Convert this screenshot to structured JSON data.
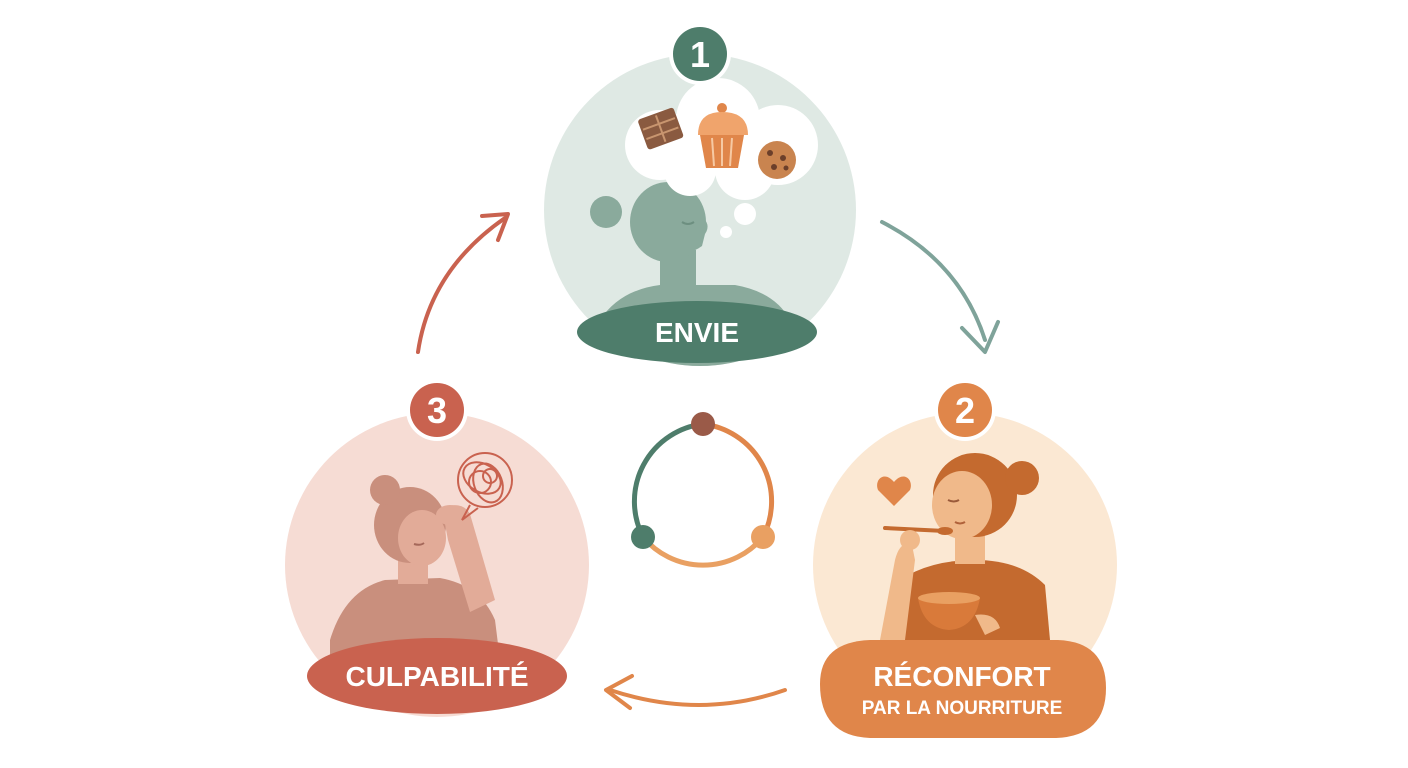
{
  "diagram": {
    "colors": {
      "teal": "#4e7d6b",
      "teal_light": "#dfe9e4",
      "orange": "#e0864a",
      "orange_light": "#fbe8d3",
      "red": "#c9624f",
      "red_light": "#f6dcd4",
      "dark_dot": "#9a5a48"
    },
    "stages": [
      {
        "number": "1",
        "label": "ENVIE",
        "sublabel": "",
        "icon": "person-craving-sweets-icon"
      },
      {
        "number": "2",
        "label": "RÉCONFORT",
        "sublabel": "PAR LA NOURRITURE",
        "icon": "person-eating-icon"
      },
      {
        "number": "3",
        "label": "CULPABILITÉ",
        "sublabel": "",
        "icon": "person-distressed-icon"
      }
    ]
  }
}
